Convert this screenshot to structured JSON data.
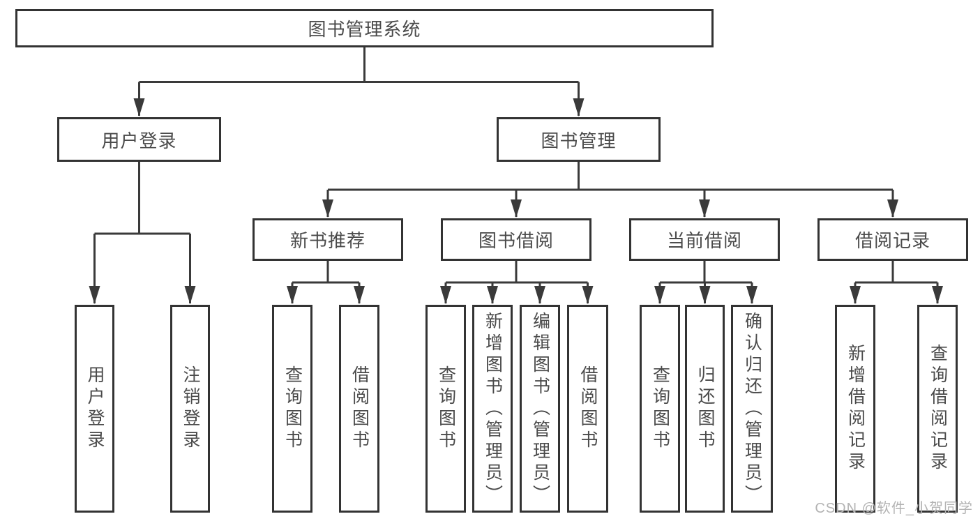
{
  "diagram": {
    "type": "tree",
    "title": "图书管理系统",
    "colors": {
      "line": "#3a3a3a",
      "border": "#333333",
      "text": "#4a4a4a",
      "box_bg": "#ffffff",
      "watermark": "#b3b3b3"
    },
    "nodes": {
      "root": {
        "label": "图书管理系统"
      },
      "user_login": {
        "label": "用户登录"
      },
      "book_mgmt": {
        "label": "图书管理"
      },
      "login": {
        "label": "用户登录"
      },
      "logout": {
        "label": "注销登录"
      },
      "new_book_rec": {
        "label": "新书推荐"
      },
      "book_borrow": {
        "label": "图书借阅"
      },
      "cur_borrow": {
        "label": "当前借阅"
      },
      "borrow_rec": {
        "label": "借阅记录"
      },
      "nb_query": {
        "label": "查询图书"
      },
      "nb_borrow": {
        "label": "借阅图书"
      },
      "bb_query": {
        "label": "查询图书"
      },
      "bb_add": {
        "label": "新增图书（管理员）"
      },
      "bb_edit": {
        "label": "编辑图书（管理员）"
      },
      "bb_borrow": {
        "label": "借阅图书"
      },
      "cb_query": {
        "label": "查询图书"
      },
      "cb_return": {
        "label": "归还图书"
      },
      "cb_confirm": {
        "label": "确认归还（管理员）"
      },
      "br_add": {
        "label": "新增借阅记录"
      },
      "br_query": {
        "label": "查询借阅记录"
      }
    },
    "edges": [
      "root->user_login",
      "root->book_mgmt",
      "user_login->login",
      "user_login->logout",
      "book_mgmt->new_book_rec",
      "book_mgmt->book_borrow",
      "book_mgmt->cur_borrow",
      "book_mgmt->borrow_rec",
      "new_book_rec->nb_query",
      "new_book_rec->nb_borrow",
      "book_borrow->bb_query",
      "book_borrow->bb_add",
      "book_borrow->bb_edit",
      "book_borrow->bb_borrow",
      "cur_borrow->cb_query",
      "cur_borrow->cb_return",
      "cur_borrow->cb_confirm",
      "borrow_rec->br_add",
      "borrow_rec->br_query"
    ]
  },
  "watermark": {
    "label": "CSDN @软件_小贺同学"
  }
}
